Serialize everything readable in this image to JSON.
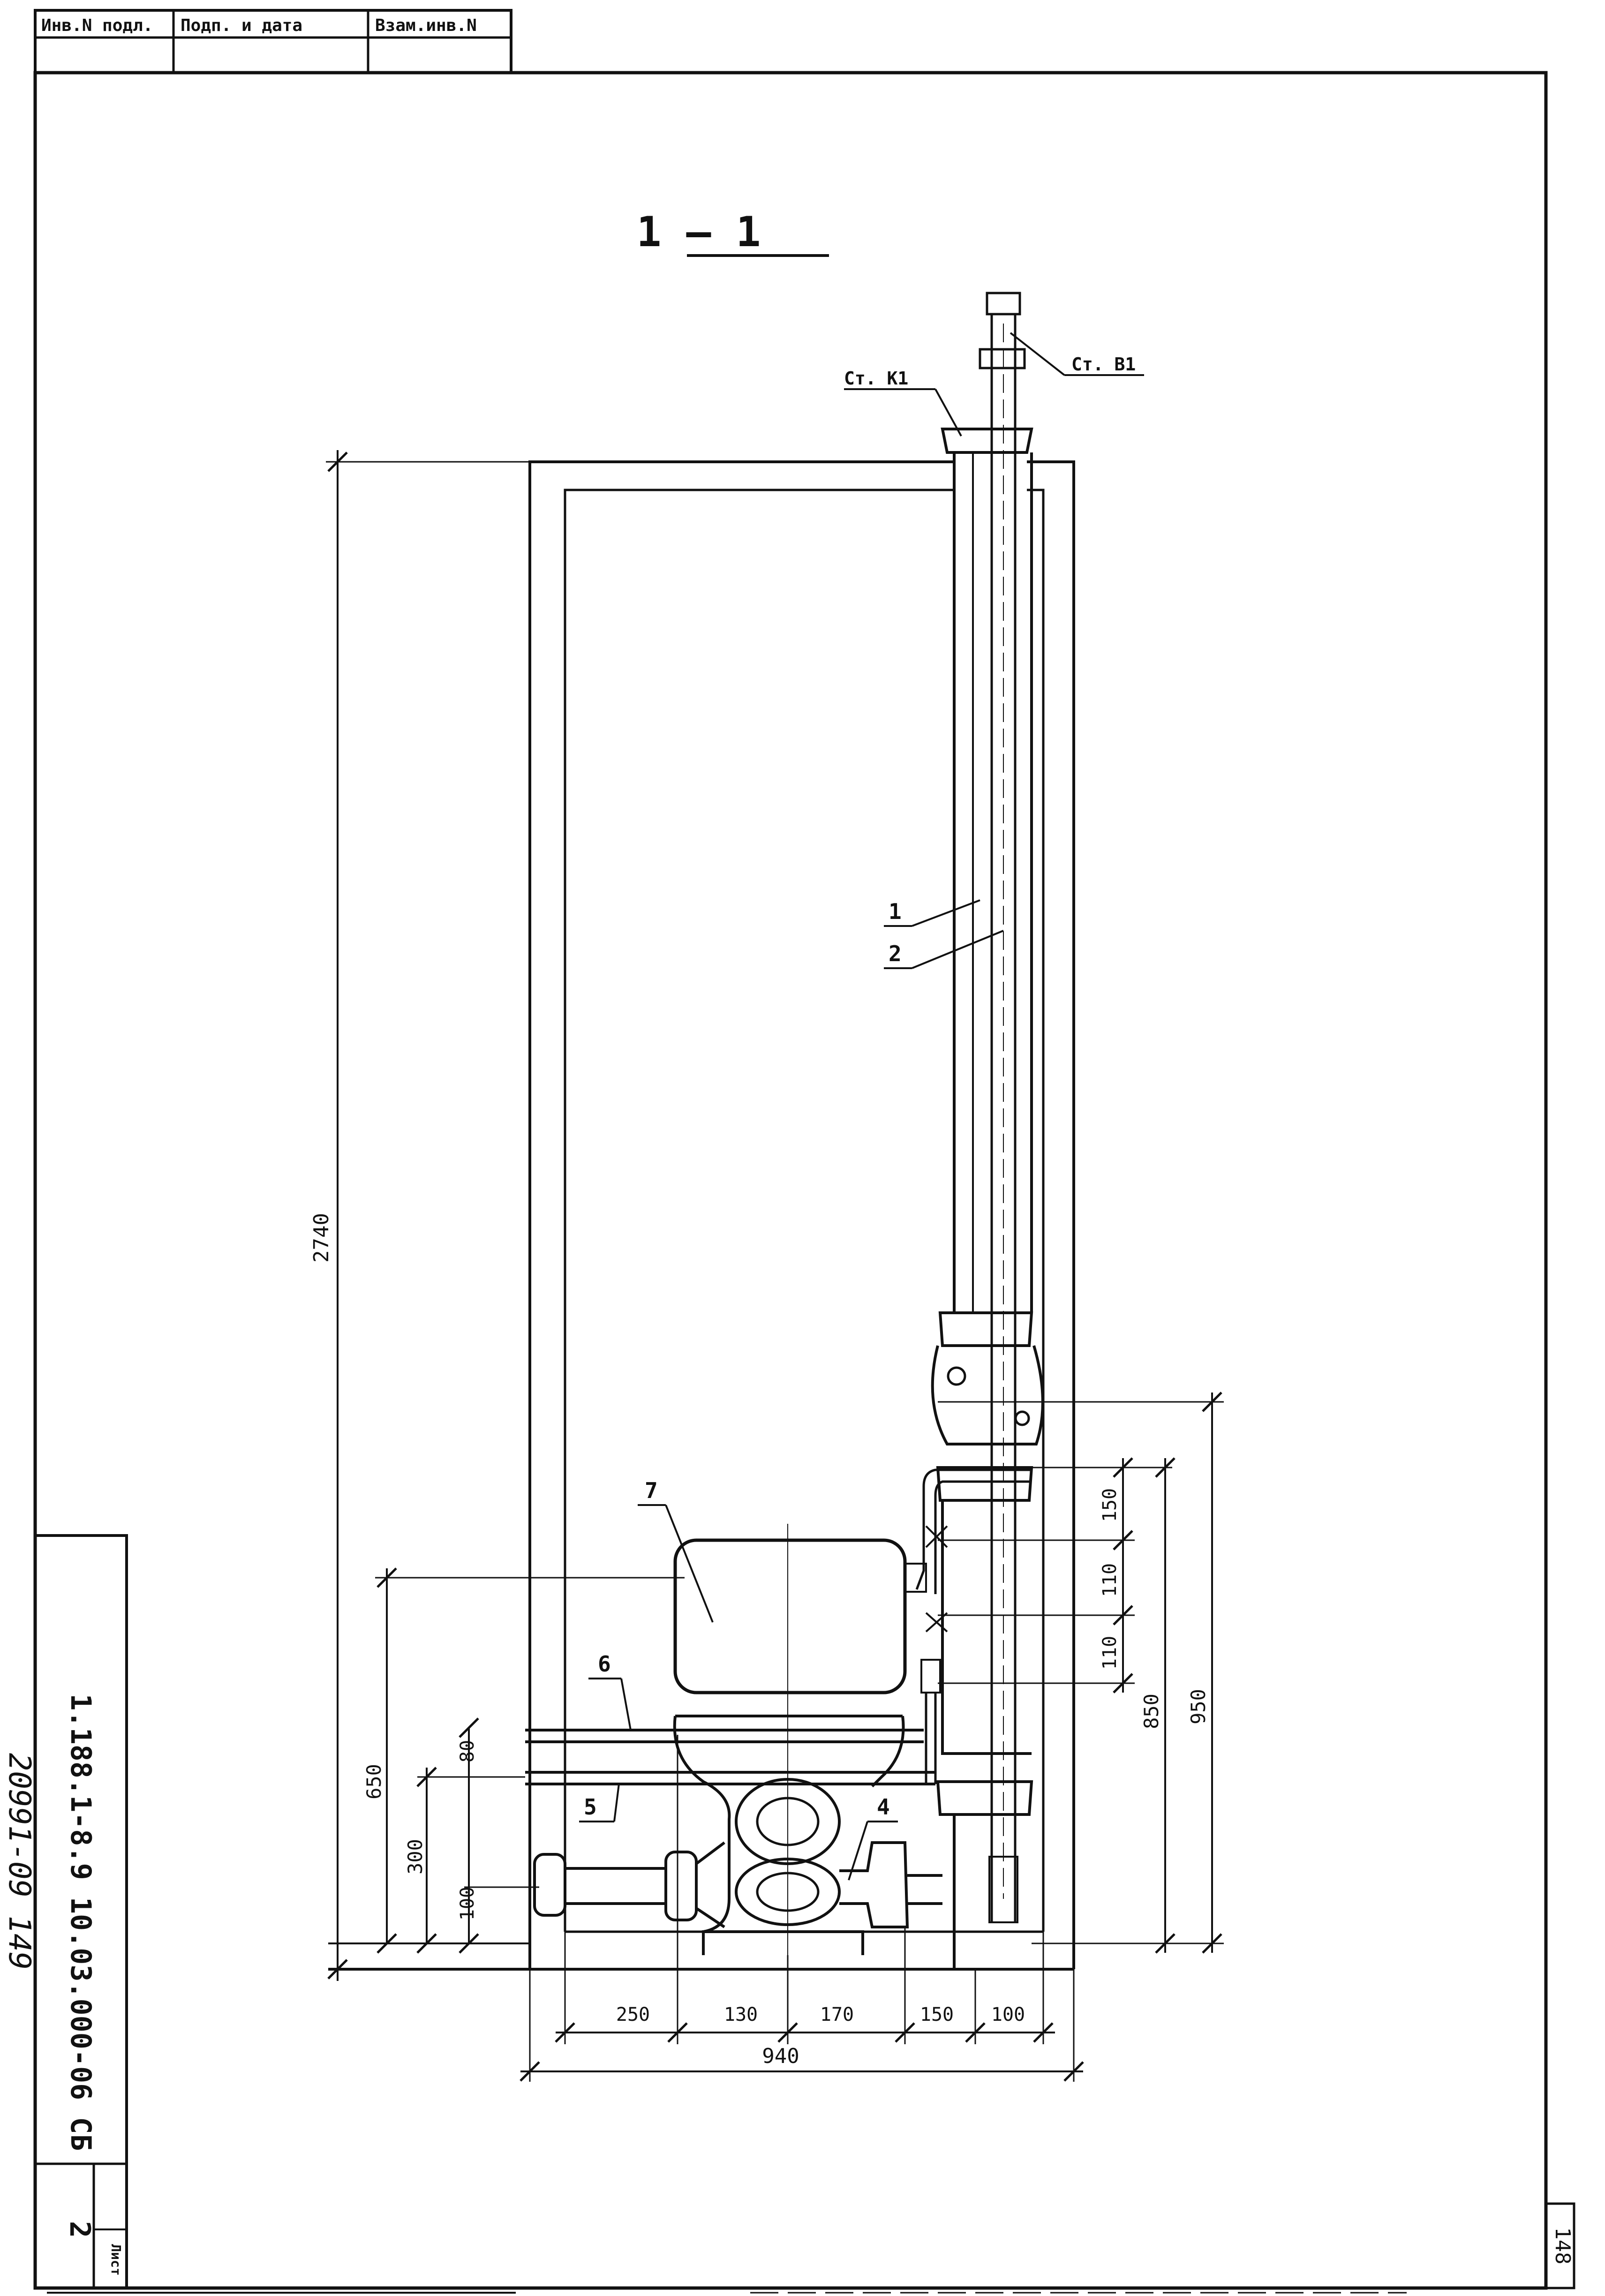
{
  "stamp": {
    "cells": [
      "Инв.N подл.",
      "Подп. и дата",
      "Взам.инв.N"
    ]
  },
  "section_title": "1 — 1",
  "labels": {
    "riser_k1": "Ст. К1",
    "riser_b1": "Ст. В1",
    "pos_1": "1",
    "pos_2": "2",
    "pos_4": "4",
    "pos_5": "5",
    "pos_6": "6",
    "pos_7": "7"
  },
  "dimensions": {
    "height_total": "2740",
    "d650": "650",
    "d300": "300",
    "d100": "100",
    "d80": "80",
    "d150_right": "150",
    "d110_a": "110",
    "d110_b": "110",
    "d850": "850",
    "d950": "950",
    "h250": "250",
    "h130": "130",
    "h170": "170",
    "h150": "150",
    "h100": "100",
    "width_total": "940"
  },
  "side_block": {
    "designation": "1.188.1-8.9  10.03.000-06 СБ",
    "archive_no": "20991-09  149",
    "sheet_label": "Лист",
    "sheet_no": "2"
  },
  "page_number": "148"
}
